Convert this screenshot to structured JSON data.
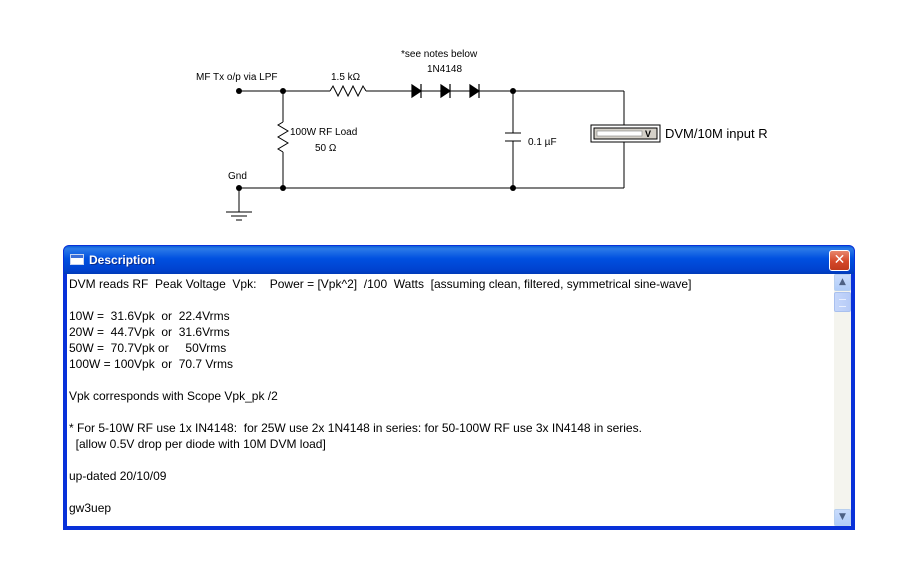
{
  "schematic": {
    "input_label": "MF Tx o/p via LPF",
    "notes_label": "*see notes below",
    "diode_label": "1N4148",
    "resistor_label": "1.5 kΩ",
    "load_label": "100W RF Load",
    "load_value": "50 Ω",
    "capacitor_label": "0.1 µF",
    "gnd_label": "Gnd",
    "meter_unit": "V",
    "meter_label": "DVM/10M input R"
  },
  "window": {
    "title": "Description",
    "close_glyph": "✕",
    "lines": [
      "DVM reads RF  Peak Voltage  Vpk:    Power = [Vpk^2]  /100  Watts  [assuming clean, filtered, symmetrical sine-wave]",
      "",
      "10W =  31.6Vpk  or  22.4Vrms",
      "20W =  44.7Vpk  or  31.6Vrms",
      "50W =  70.7Vpk or     50Vrms",
      "100W = 100Vpk  or  70.7 Vrms",
      "",
      "Vpk corresponds with Scope Vpk_pk /2",
      "",
      "* For 5-10W RF use 1x IN4148:  for 25W use 2x 1N4148 in series: for 50-100W RF use 3x IN4148 in series.",
      "  [allow 0.5V drop per diode with 10M DVM load]",
      "",
      "up-dated 20/10/09",
      "",
      "gw3uep"
    ]
  }
}
